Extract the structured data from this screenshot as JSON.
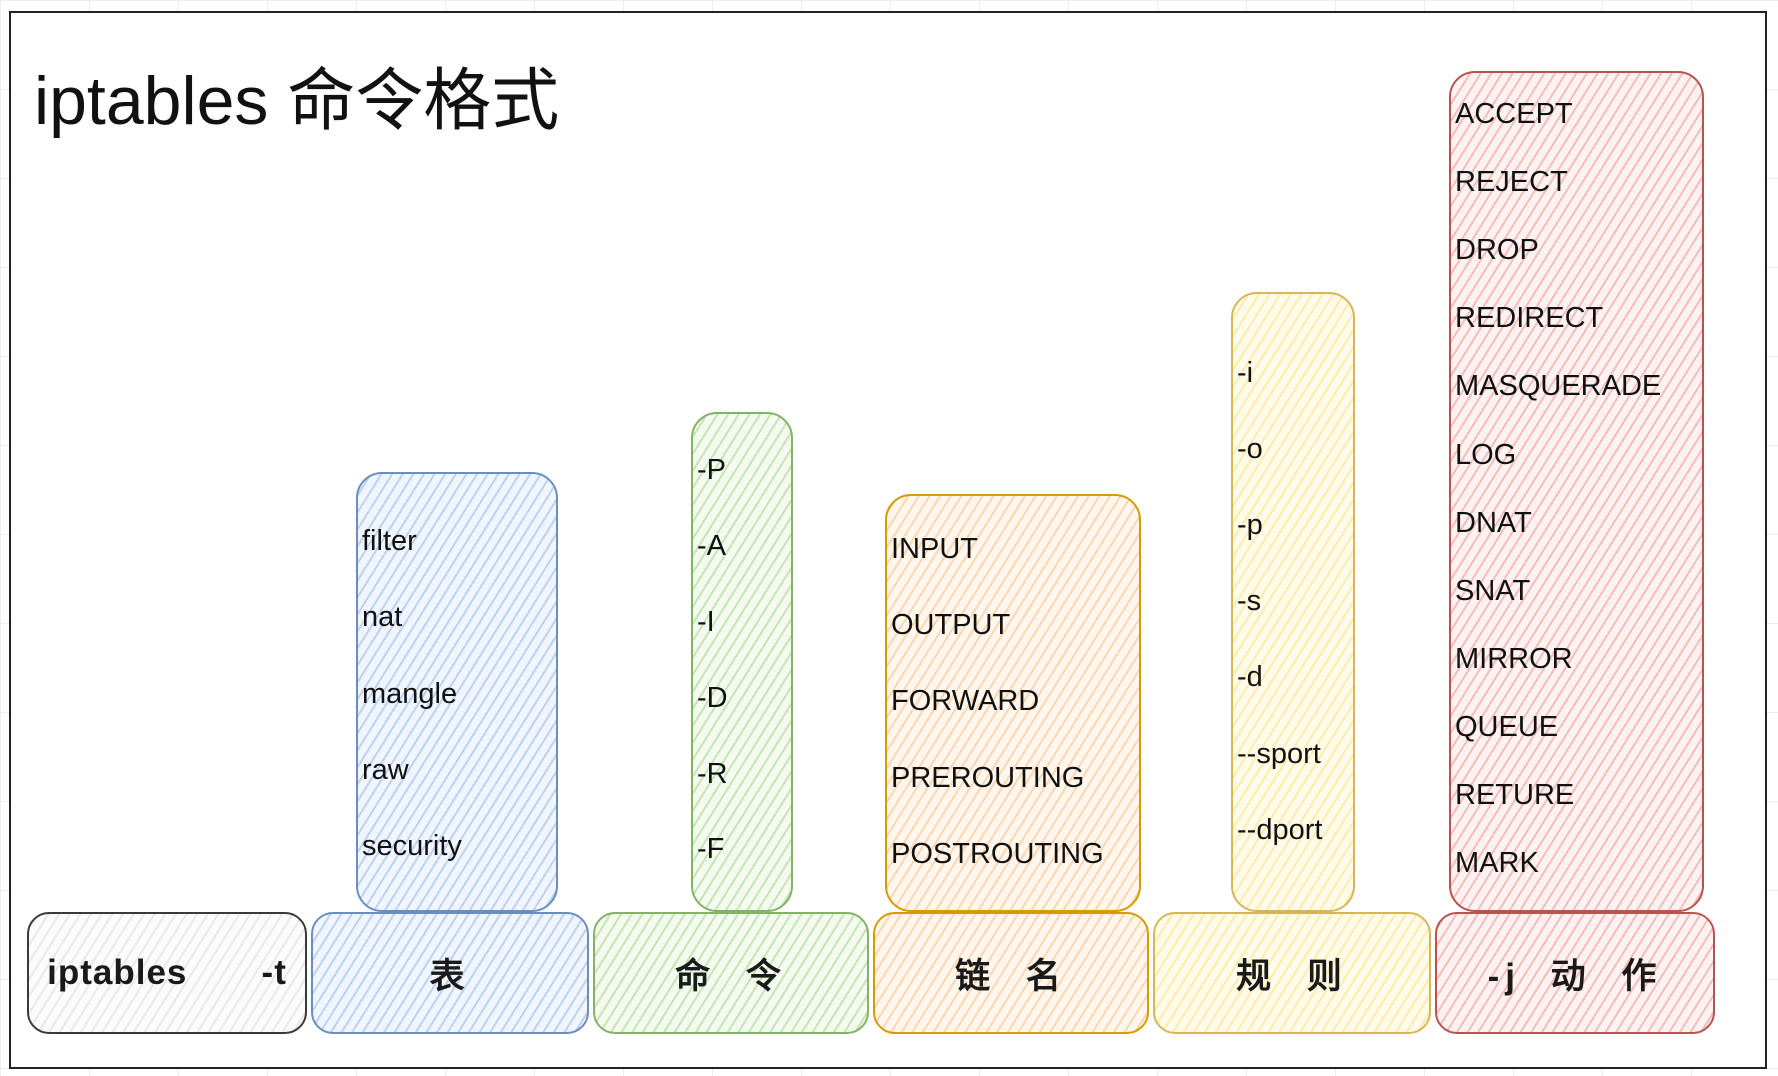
{
  "title": "iptables 命令格式",
  "bases": [
    {
      "label": "iptables   -t",
      "color": "#3a3a3a"
    },
    {
      "label": "表",
      "color": "#6c8ebf"
    },
    {
      "label": "命 令",
      "color": "#82b366"
    },
    {
      "label": "链 名",
      "color": "#d79b00"
    },
    {
      "label": "规 则",
      "color": "#d6b656"
    },
    {
      "label": "-j 动 作",
      "color": "#b85450"
    }
  ],
  "tables": [
    "filter",
    "nat",
    "mangle",
    "raw",
    "security"
  ],
  "commands": [
    "-P",
    "-A",
    "-I",
    "-D",
    "-R",
    "-F"
  ],
  "chains": [
    "INPUT",
    "OUTPUT",
    "FORWARD",
    "PREROUTING",
    "POSTROUTING"
  ],
  "rules": [
    "-i",
    "-o",
    "-p",
    "-s",
    "-d",
    "--sport",
    "--dport"
  ],
  "actions": [
    "ACCEPT",
    "REJECT",
    "DROP",
    "REDIRECT",
    "MASQUERADE",
    "LOG",
    "DNAT",
    "SNAT",
    "MIRROR",
    "QUEUE",
    "RETURE",
    "MARK"
  ]
}
